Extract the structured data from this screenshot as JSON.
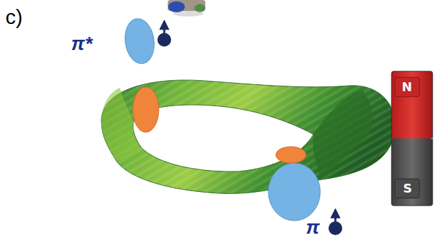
{
  "diagram": {
    "labels": [
      "c)",
      "π*",
      "π",
      "N",
      "S"
    ]
  }
}
